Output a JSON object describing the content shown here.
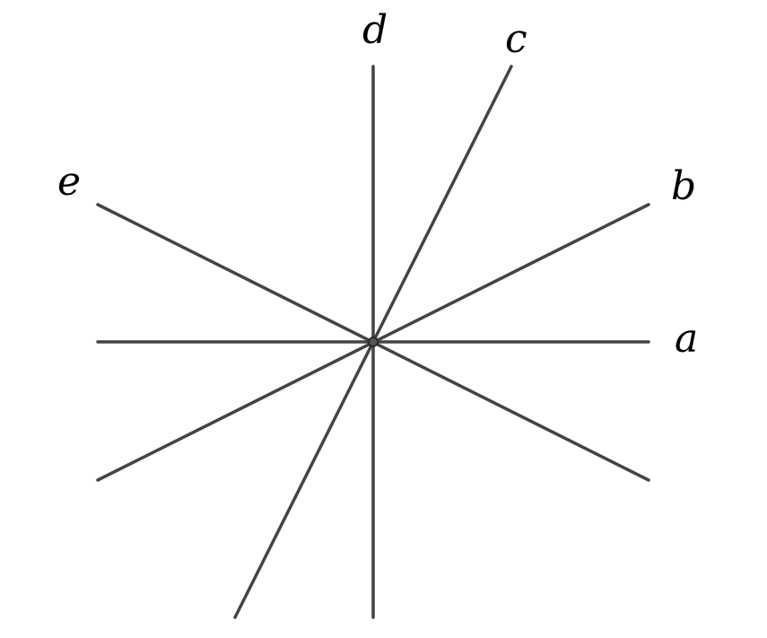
{
  "diagram": {
    "lines": [
      {
        "id": "a",
        "label": "a"
      },
      {
        "id": "b",
        "label": "b"
      },
      {
        "id": "c",
        "label": "c"
      },
      {
        "id": "d",
        "label": "d"
      },
      {
        "id": "e",
        "label": "e"
      }
    ],
    "colors": {
      "line": "#444444",
      "label": "#000000",
      "point": "#444444"
    }
  }
}
